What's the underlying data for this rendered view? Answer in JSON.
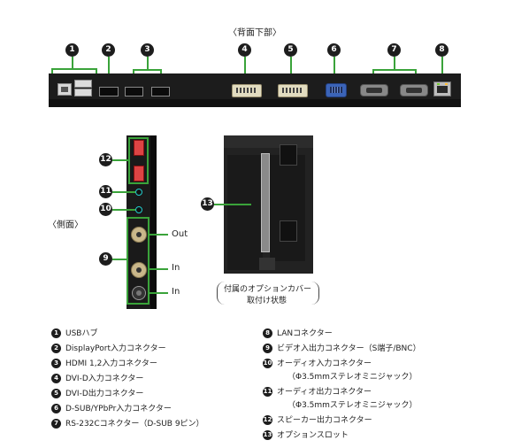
{
  "rear_title": "〈背面下部〉",
  "side_title": "〈側面〉",
  "caption_line1": "付属のオプションカバー",
  "caption_line2": "取付け状態",
  "side_labels": {
    "out": "Out",
    "in1": "In",
    "in2": "In"
  },
  "callouts": [
    "1",
    "2",
    "3",
    "4",
    "5",
    "6",
    "7",
    "8",
    "9",
    "10",
    "11",
    "12",
    "13"
  ],
  "legend_left": [
    {
      "n": "1",
      "text": "USBハブ"
    },
    {
      "n": "2",
      "text": "DisplayPort入力コネクター"
    },
    {
      "n": "3",
      "text": "HDMI 1,2入力コネクター"
    },
    {
      "n": "4",
      "text": "DVI-D入力コネクター"
    },
    {
      "n": "5",
      "text": "DVI-D出力コネクター"
    },
    {
      "n": "6",
      "text": "D-SUB/YPbPr入力コネクター"
    },
    {
      "n": "7",
      "text": "RS-232Cコネクター（D-SUB 9ピン）"
    }
  ],
  "legend_right": [
    {
      "n": "8",
      "text": "LANコネクター"
    },
    {
      "n": "9",
      "text": "ビデオ入出力コネクター（S端子/BNC）"
    },
    {
      "n": "10",
      "text": "オーディオ入力コネクター",
      "sub": "（Φ3.5mmステレオミニジャック）"
    },
    {
      "n": "11",
      "text": "オーディオ出力コネクター",
      "sub": "（Φ3.5mmステレオミニジャック）"
    },
    {
      "n": "12",
      "text": "スピーカー出力コネクター"
    },
    {
      "n": "13",
      "text": "オプションスロット"
    }
  ],
  "colors": {
    "callout_line": "#3aa33a",
    "panel": "#1c1c1c",
    "vga": "#3b64b8"
  }
}
